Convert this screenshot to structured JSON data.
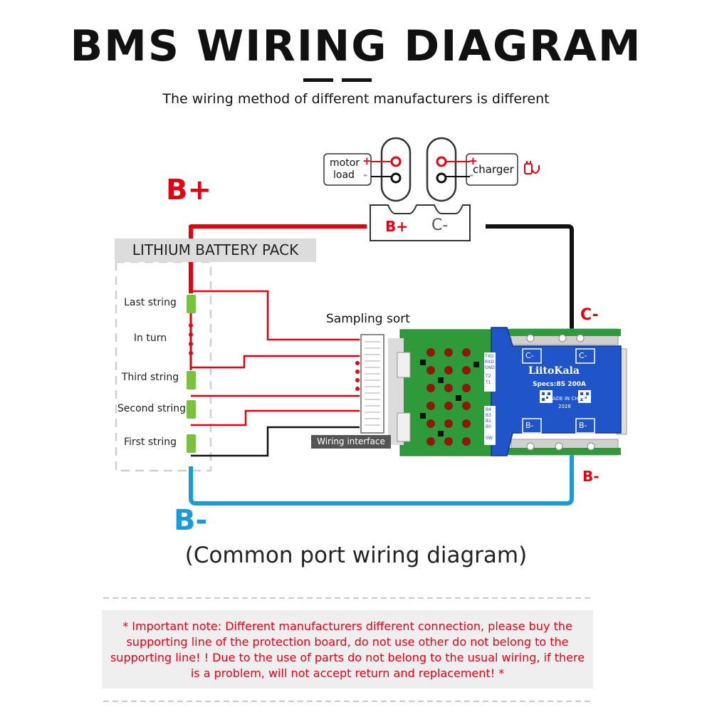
{
  "header": {
    "title": "BMS WIRING DIAGRAM",
    "subtitle": "The wiring method of different manufacturers is different"
  },
  "labels": {
    "b_plus": "B+",
    "b_minus": "B-",
    "c_minus": "C-",
    "b_minus_small": "B-",
    "connector_b_plus": "B+",
    "connector_c_minus": "C-"
  },
  "devices": {
    "motor": "motor",
    "load": "load",
    "charger": "charger",
    "plus": "+",
    "minus": "-"
  },
  "battery_pack": {
    "title": "LITHIUM BATTERY PACK",
    "strings": [
      "Last string",
      "In turn",
      "Third string",
      "Second string",
      "First string"
    ],
    "cell_plus": "+",
    "cell_minus": "-"
  },
  "sampling": {
    "label": "Sampling sort",
    "interface_label": "Wiring interface"
  },
  "board": {
    "brand": "LiitoKala",
    "specs": "Specs:8S  200A",
    "made": "MADE  IN CHINA",
    "year": "2026",
    "pad_c": "C-",
    "pad_b": "B-",
    "side_pins_top": [
      "TXD",
      "RXD",
      "GND"
    ],
    "side_pins_mid": [
      "T2",
      "T1"
    ],
    "side_pins_low": [
      "B4",
      "B3",
      "B1",
      "B0"
    ],
    "side_pin_sw": "SW"
  },
  "footer": {
    "caption": "(Common port wiring diagram)",
    "note": "* Important note: Different manufacturers different connection, please buy the supporting line of the protection board, do not use other do not belong to the supporting line! ! Due to the use of parts do not belong to the usual wiring, if there is a problem, will not accept return and replacement! *"
  },
  "colors": {
    "red": "#e60012",
    "blue": "#1a9ad6",
    "black": "#111111",
    "board_blue": "#1f55c8",
    "pcb_green": "#2f9a3a"
  },
  "icons": [
    "charger-plug-icon",
    "battery-cell-icon"
  ]
}
